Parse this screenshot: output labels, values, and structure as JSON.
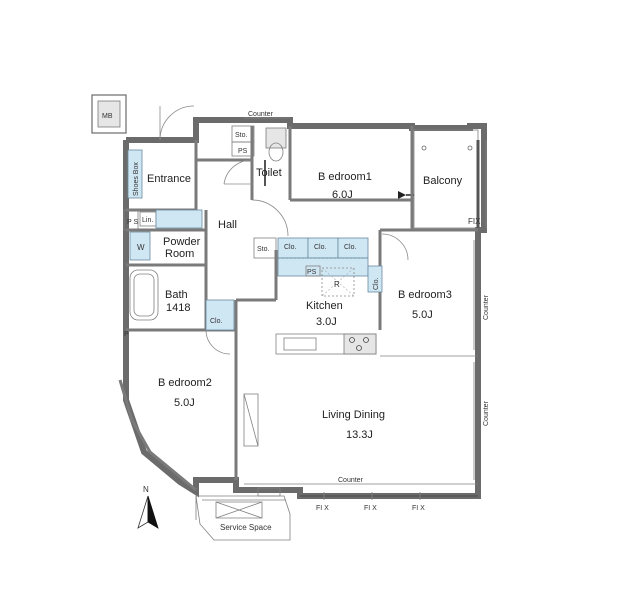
{
  "labels": {
    "mb": "MB",
    "counter_top": "Counter",
    "sto_top": "Sto.",
    "ps_top": "PS",
    "toilet": "Toilet",
    "bedroom1": "B edroom1",
    "bedroom1_area": "6.0J",
    "balcony": "Balcony",
    "fix_balcony": "FIX",
    "shoes_box": "Shoes Box",
    "entrance": "Entrance",
    "hall": "Hall",
    "ps_left": "P S",
    "lin": "Lin.",
    "w": "W",
    "powder_room": "Powder",
    "powder_room_2": "Room",
    "sto_mid": "Sto.",
    "clo1": "Clo.",
    "clo2": "Clo.",
    "clo3": "Clo.",
    "clo_side": "Clo.",
    "ps_kitchen": "PS",
    "r": "R",
    "kitchen": "Kitchen",
    "kitchen_area": "3.0J",
    "bedroom3": "B edroom3",
    "bedroom3_area": "5.0J",
    "counter_right1": "Counter",
    "bath": "Bath",
    "bath_size": "1418",
    "clo_bath": "Clo.",
    "p_small": "P",
    "bedroom2": "B edroom2",
    "bedroom2_area": "5.0J",
    "living_dining": "Living Dining",
    "living_dining_area": "13.3J",
    "counter_right2": "Counter",
    "counter_bottom": "Counter",
    "fix1": "FI X",
    "fix2": "FI X",
    "fix3": "FI X",
    "service_space": "Service Space",
    "north": "N"
  }
}
